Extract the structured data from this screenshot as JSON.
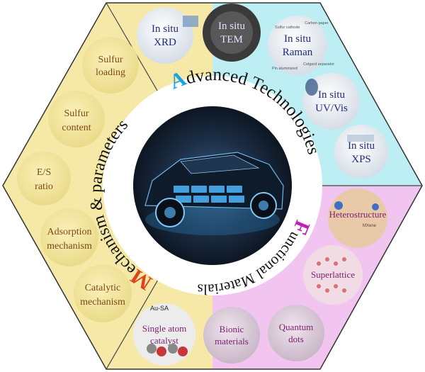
{
  "ring_titles": {
    "technologies_initial": "A",
    "technologies_rest": "dvanced Technologies",
    "mechanism_initial": "M",
    "mechanism_rest": "echanism & parameters",
    "materials_initial": "F",
    "materials_rest": "unctional Materials"
  },
  "parameters": [
    {
      "line1": "Sulfur",
      "line2": "loading"
    },
    {
      "line1": "Sulfur",
      "line2": "content"
    },
    {
      "line1": "E/S",
      "line2": "ratio"
    },
    {
      "line1": "Adsorption",
      "line2": "mechanism"
    },
    {
      "line1": "Catalytic",
      "line2": "mechanism"
    }
  ],
  "technologies": [
    {
      "line1": "In situ",
      "line2": "XRD"
    },
    {
      "line1": "In situ",
      "line2": "TEM"
    },
    {
      "line1": "In situ",
      "line2": "Raman"
    },
    {
      "line1": "In situ",
      "line2": "UV/Vis"
    },
    {
      "line1": "In situ",
      "line2": "XPS"
    }
  ],
  "materials": [
    {
      "line1": "Heterostructure",
      "line2": ""
    },
    {
      "line1": "Superlattice",
      "line2": ""
    },
    {
      "line1": "Single atom",
      "line2": "catalyst"
    },
    {
      "line1": "Bionic",
      "line2": "materials"
    },
    {
      "line1": "Quantum",
      "line2": "dots"
    }
  ],
  "labels": {
    "au_sa": "Au-SA",
    "mxene": "MXene",
    "carbon_paper": "Carbon paper",
    "sulfur_cathode": "Sulfur cathode",
    "pin_aluminized": "Pin aluminized",
    "celgard": "Celgard separator"
  },
  "colors": {
    "left_panel": "#f6e9a8",
    "top_right_panel": "#bdeef3",
    "bottom_right_panel": "#f2c4f0",
    "ring": "#ffffff",
    "initial_technologies": "#1aa3e0",
    "initial_mechanism": "#e0421c",
    "initial_materials": "#c21db5"
  }
}
